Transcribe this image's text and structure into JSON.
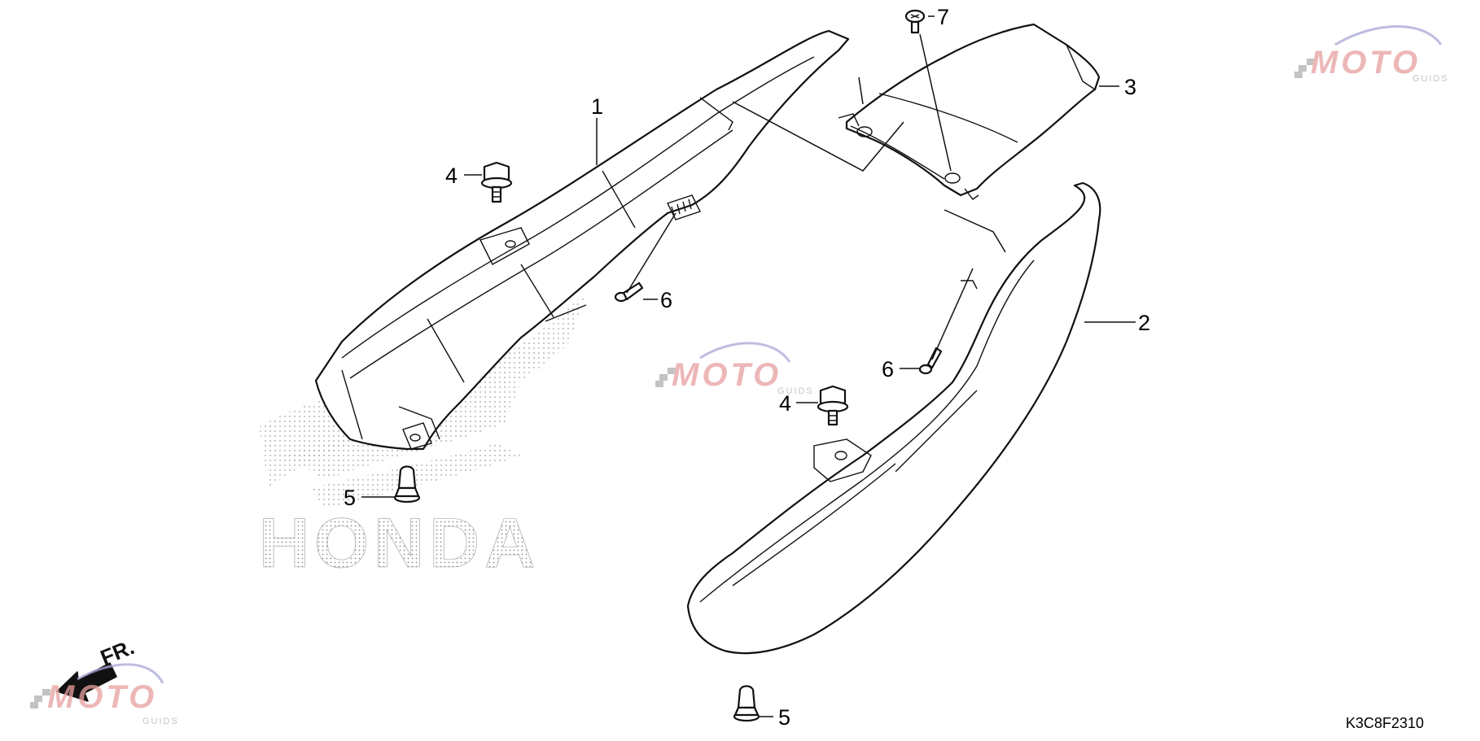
{
  "diagram": {
    "callouts": {
      "part_1": "1",
      "part_2": "2",
      "part_3": "3",
      "bolt_4_left": "4",
      "bolt_4_right": "4",
      "clip_5_left": "5",
      "clip_5_right": "5",
      "screw_6_left": "6",
      "screw_6_right": "6",
      "screw_7": "7"
    },
    "diagram_code": "K3C8F2310",
    "front_label": "FR.",
    "watermark": {
      "brand": "HONDA",
      "logo_main": "MOTO",
      "logo_sub": "GUIDS"
    },
    "colors": {
      "line": "#111111",
      "watermark_red": "#e8a0a0",
      "watermark_blue": "#a8a8d8",
      "watermark_grey": "#b0b0b0"
    }
  }
}
